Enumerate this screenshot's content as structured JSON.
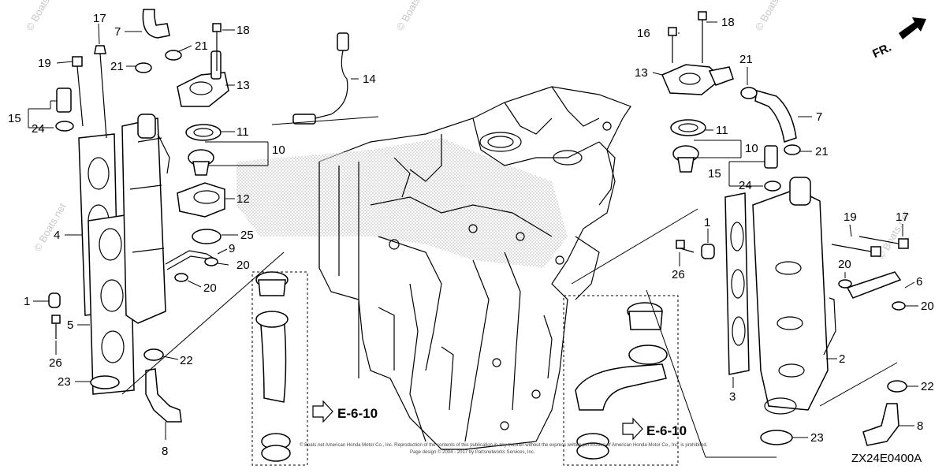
{
  "callouts": [
    {
      "id": "c17a",
      "text": "17"
    },
    {
      "id": "c19a",
      "text": "19"
    },
    {
      "id": "c15a",
      "text": "15"
    },
    {
      "id": "c24a",
      "text": "24"
    },
    {
      "id": "c4",
      "text": "4"
    },
    {
      "id": "c1a",
      "text": "1"
    },
    {
      "id": "c5",
      "text": "5"
    },
    {
      "id": "c26a",
      "text": "26"
    },
    {
      "id": "c23a",
      "text": "23"
    },
    {
      "id": "c7a",
      "text": "7"
    },
    {
      "id": "c21a",
      "text": "21"
    },
    {
      "id": "c21b",
      "text": "21"
    },
    {
      "id": "c18a",
      "text": "18"
    },
    {
      "id": "c13a",
      "text": "13"
    },
    {
      "id": "c11a",
      "text": "11"
    },
    {
      "id": "c10a",
      "text": "10"
    },
    {
      "id": "c12",
      "text": "12"
    },
    {
      "id": "c25",
      "text": "25"
    },
    {
      "id": "c9",
      "text": "9"
    },
    {
      "id": "c20a",
      "text": "20"
    },
    {
      "id": "c20b",
      "text": "20"
    },
    {
      "id": "c22a",
      "text": "22"
    },
    {
      "id": "c8a",
      "text": "8"
    },
    {
      "id": "c14",
      "text": "14"
    },
    {
      "id": "c16",
      "text": "16"
    },
    {
      "id": "c18b",
      "text": "18"
    },
    {
      "id": "c13b",
      "text": "13"
    },
    {
      "id": "c21c",
      "text": "21"
    },
    {
      "id": "c7b",
      "text": "7"
    },
    {
      "id": "c11b",
      "text": "11"
    },
    {
      "id": "c10b",
      "text": "10"
    },
    {
      "id": "c21d",
      "text": "21"
    },
    {
      "id": "c15b",
      "text": "15"
    },
    {
      "id": "c24b",
      "text": "24"
    },
    {
      "id": "c1b",
      "text": "1"
    },
    {
      "id": "c26b",
      "text": "26"
    },
    {
      "id": "c19b",
      "text": "19"
    },
    {
      "id": "c17b",
      "text": "17"
    },
    {
      "id": "c20c",
      "text": "20"
    },
    {
      "id": "c6",
      "text": "6"
    },
    {
      "id": "c20d",
      "text": "20"
    },
    {
      "id": "c2",
      "text": "2"
    },
    {
      "id": "c3",
      "text": "3"
    },
    {
      "id": "c22b",
      "text": "22"
    },
    {
      "id": "c8b",
      "text": "8"
    },
    {
      "id": "c23b",
      "text": "23"
    }
  ],
  "section_refs": {
    "left": "E-6-10",
    "right": "E-6-10"
  },
  "front_label": "FR.",
  "diagram_code": "ZX24E0400A",
  "copyright_line1": "© Boats.net  American Honda Motor Co., Inc. Reproduction of the contents of this publication in any manner without the express written permission of American Honda Motor Co., Inc. is prohibited.",
  "copyright_line2": "Page design © 2004 - 2017 by Partsnetworks Services, Inc.",
  "watermark": "© Boats.net"
}
